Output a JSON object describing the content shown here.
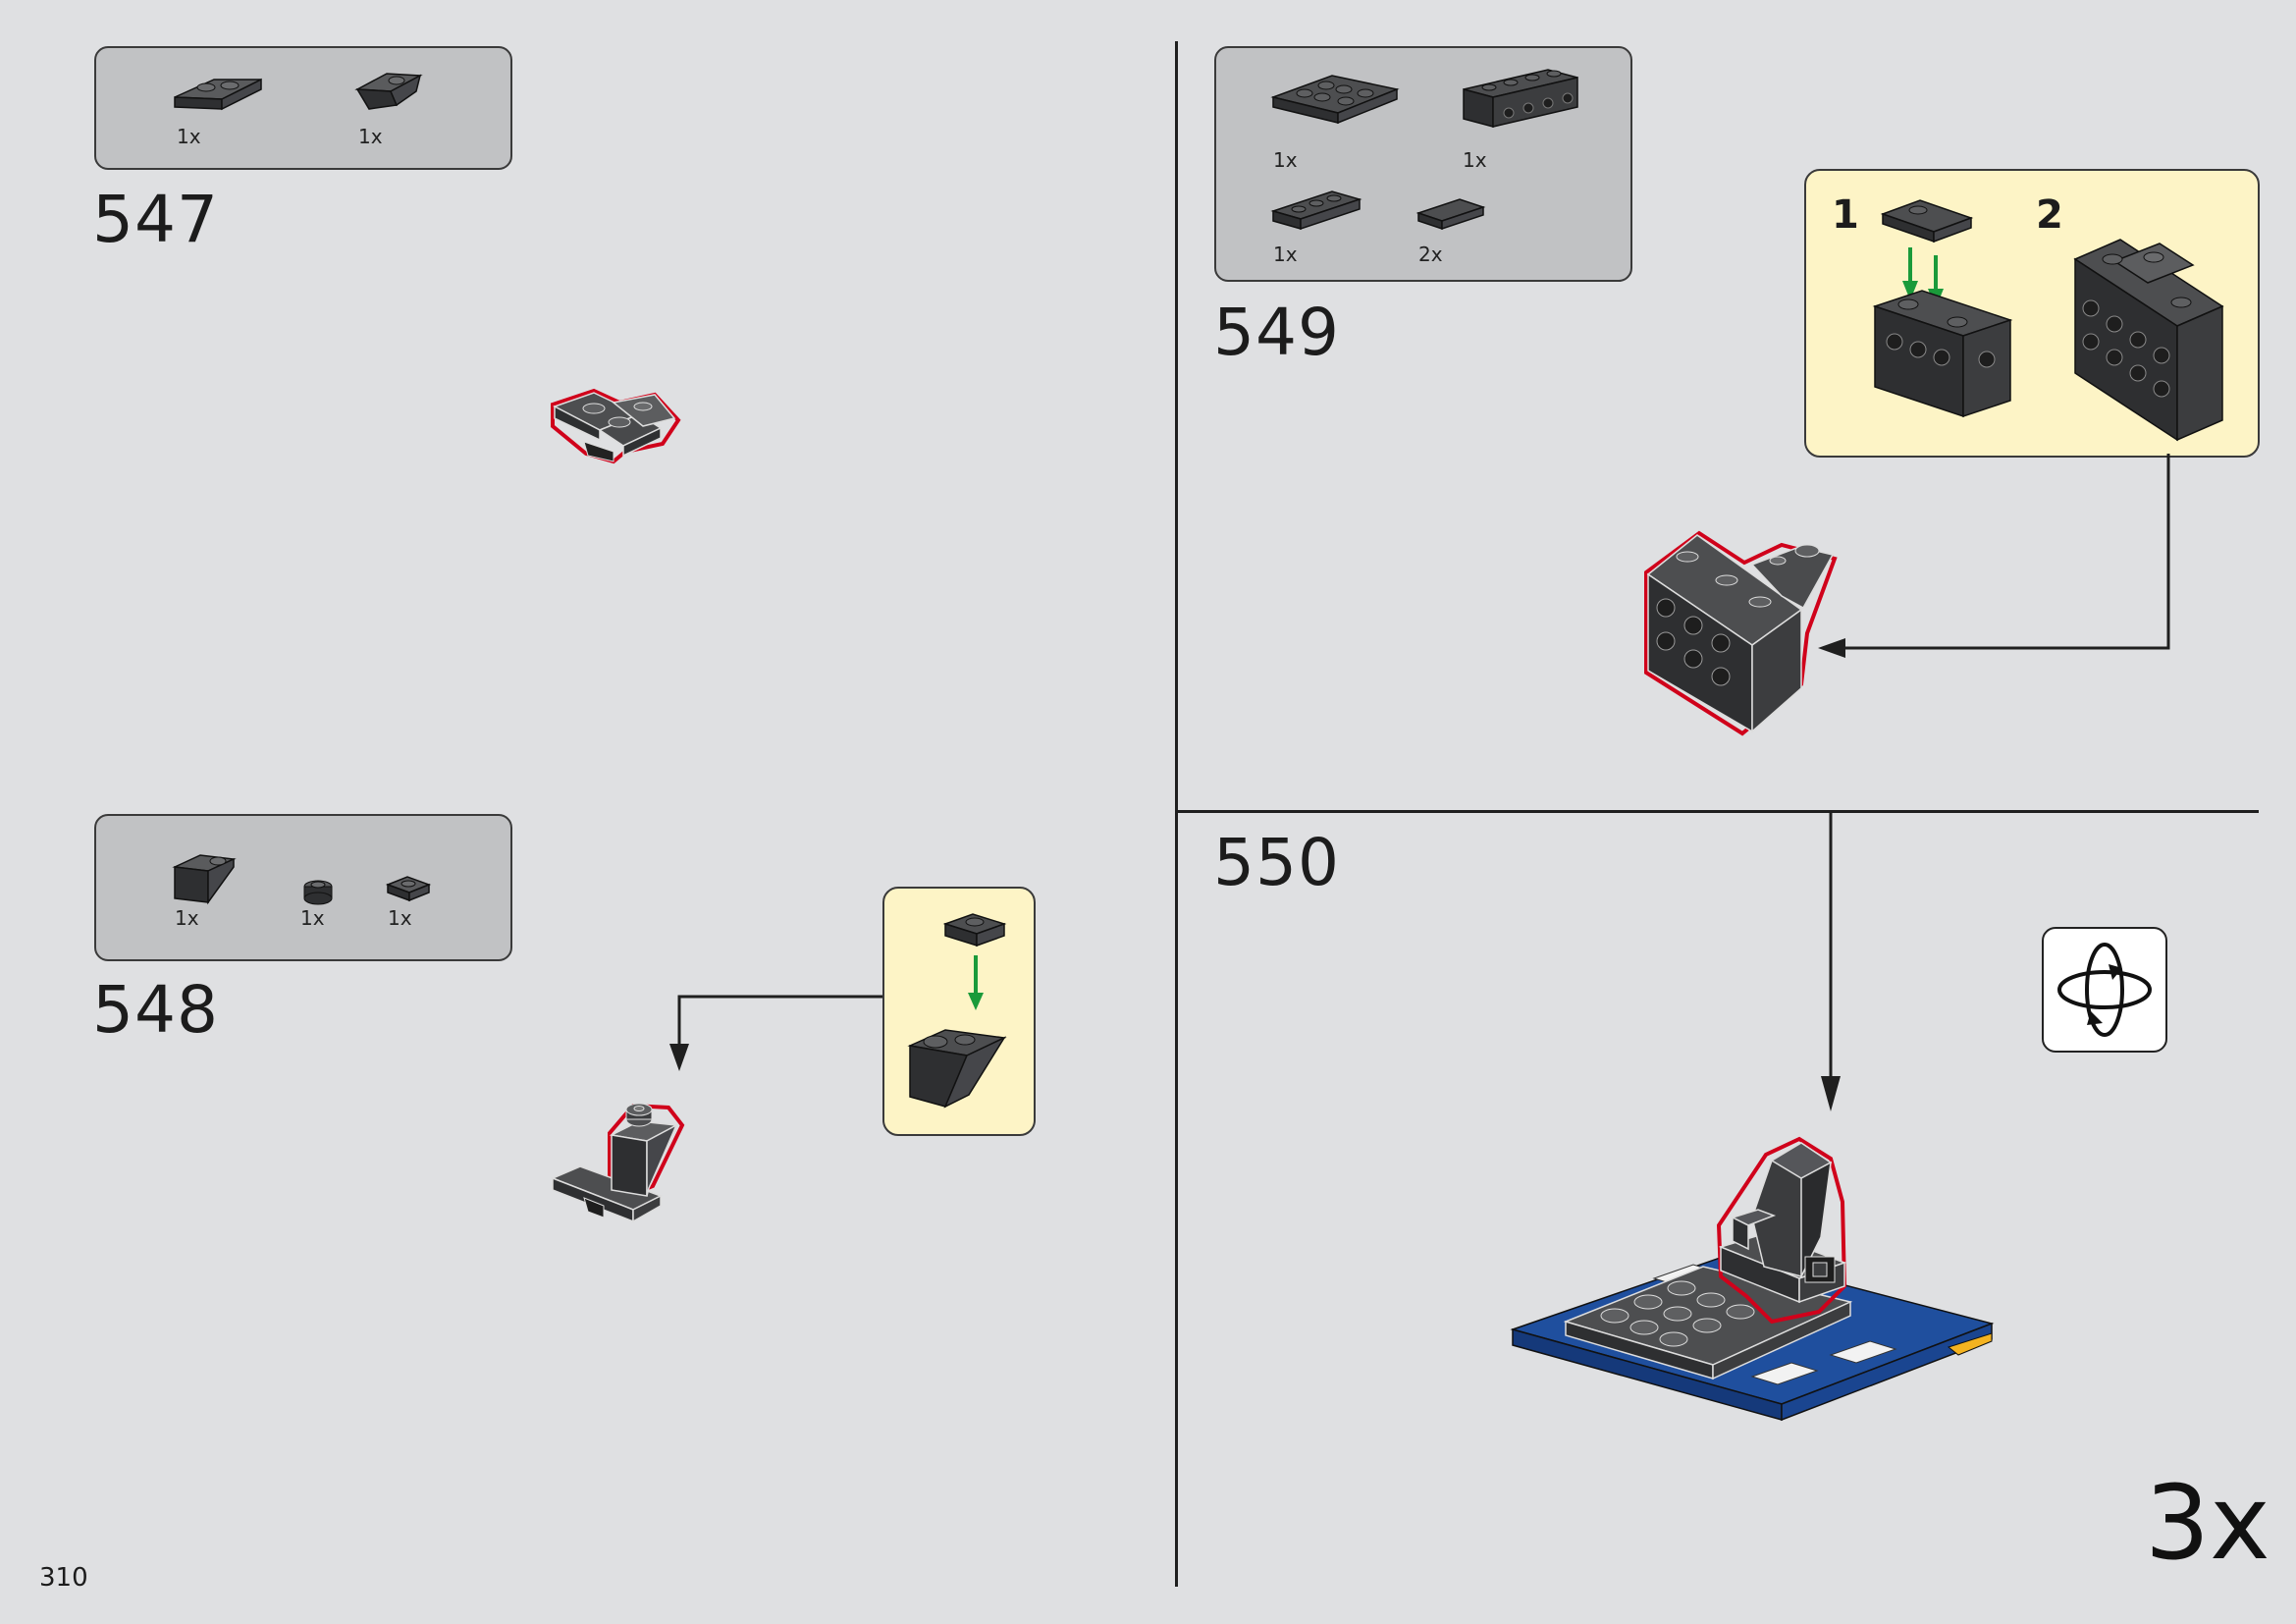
{
  "page": {
    "number": "310"
  },
  "steps": [
    {
      "number": "547",
      "parts": [
        {
          "qty": "1x",
          "icon": "plate-1x2-dark-gray"
        },
        {
          "qty": "1x",
          "icon": "inverted-slope-dark-gray"
        }
      ]
    },
    {
      "number": "548",
      "parts": [
        {
          "qty": "1x",
          "icon": "slope-brick-dark-gray"
        },
        {
          "qty": "1x",
          "icon": "round-plate-1x1-dark-gray"
        },
        {
          "qty": "1x",
          "icon": "plate-1x1-dark-gray"
        }
      ]
    },
    {
      "number": "549",
      "parts": [
        {
          "qty": "1x",
          "icon": "plate-2x4-dark-gray"
        },
        {
          "qty": "1x",
          "icon": "technic-brick-1x4-dark-gray"
        },
        {
          "qty": "1x",
          "icon": "plate-1x3-dark-gray"
        },
        {
          "qty": "2x",
          "icon": "tile-1x2-dark-gray"
        }
      ],
      "substeps": [
        "1",
        "2"
      ]
    },
    {
      "number": "550",
      "multiplier": "3x",
      "rotate_icon": "rotate-model-icon"
    }
  ],
  "colors": {
    "background": "#dfe0e2",
    "parts_box": "#c1c2c4",
    "callout": "#fdf4c6",
    "brick_dark": "#3b3c3e",
    "highlight": "#d0021b",
    "arrow_green": "#1a9a3a",
    "tile_blue": "#1f4f9e",
    "tile_yellow": "#f4b320"
  }
}
